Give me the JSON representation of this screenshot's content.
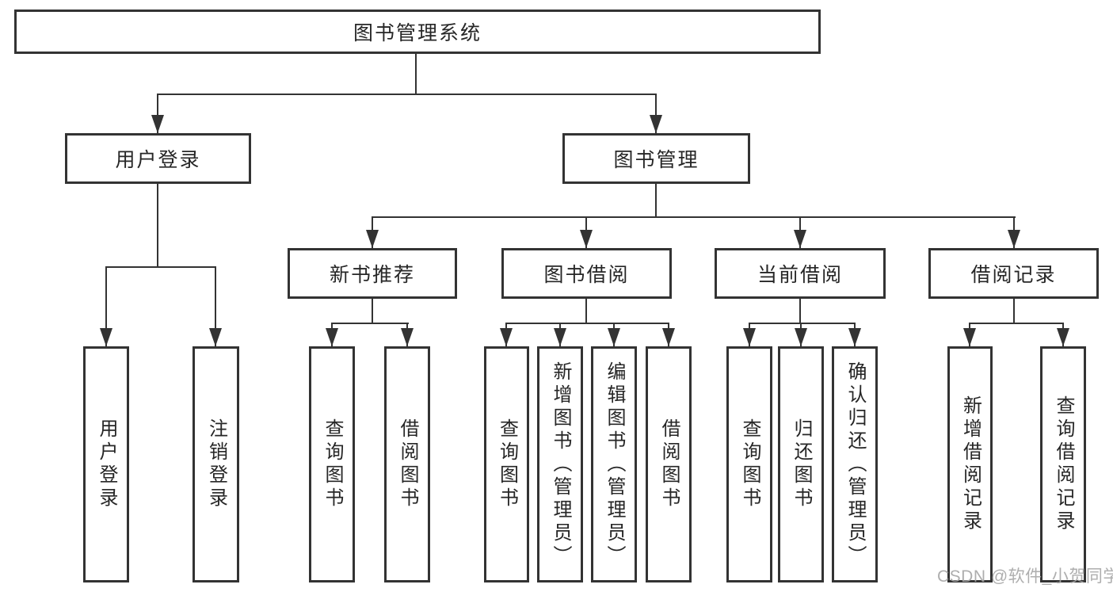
{
  "diagram": {
    "watermark": "CSDN @软件_小贺同学",
    "colors": {
      "line": "#333333",
      "text": "#262626",
      "background": "#ffffff",
      "watermark": "#a5a5a5"
    },
    "root": {
      "label": "图书管理系统",
      "children": [
        {
          "label": "用户登录",
          "children": [
            {
              "label": "用户登录"
            },
            {
              "label": "注销登录"
            }
          ]
        },
        {
          "label": "图书管理",
          "children": [
            {
              "label": "新书推荐",
              "children": [
                {
                  "label": "查询图书"
                },
                {
                  "label": "借阅图书"
                }
              ]
            },
            {
              "label": "图书借阅",
              "children": [
                {
                  "label": "查询图书"
                },
                {
                  "label": "新增图书（管理员）"
                },
                {
                  "label": "编辑图书（管理员）"
                },
                {
                  "label": "借阅图书"
                }
              ]
            },
            {
              "label": "当前借阅",
              "children": [
                {
                  "label": "查询图书"
                },
                {
                  "label": "归还图书"
                },
                {
                  "label": "确认归还（管理员）"
                }
              ]
            },
            {
              "label": "借阅记录",
              "children": [
                {
                  "label": "新增借阅记录"
                },
                {
                  "label": "查询借阅记录"
                }
              ]
            }
          ]
        }
      ]
    }
  }
}
